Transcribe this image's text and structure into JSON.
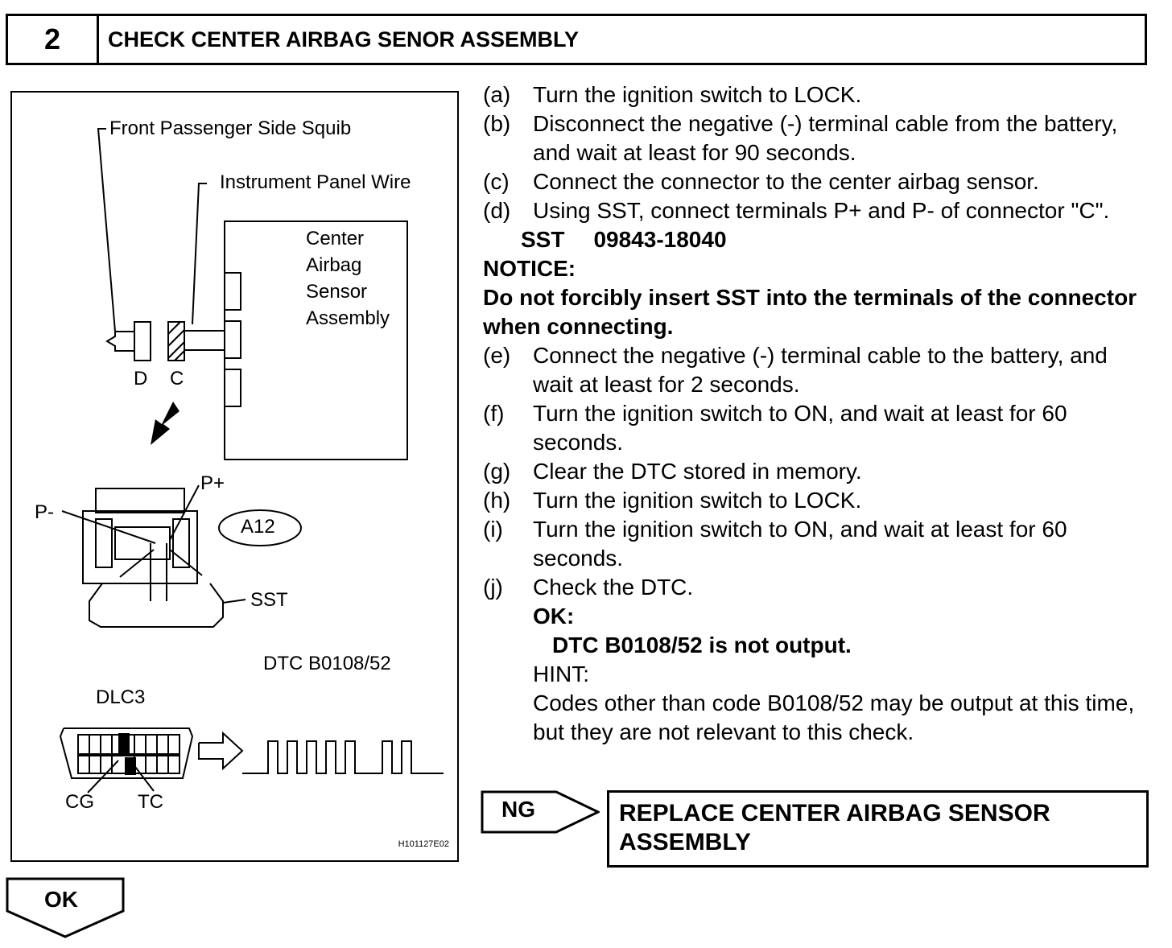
{
  "header": {
    "number": "2",
    "title": "CHECK CENTER AIRBAG SENOR ASSEMBLY"
  },
  "figure": {
    "label_front_passenger_squib": "Front Passenger Side Squib",
    "label_instrument_panel_wire": "Instrument Panel Wire",
    "label_center_airbag_1": "Center",
    "label_center_airbag_2": "Airbag",
    "label_center_airbag_3": "Sensor",
    "label_center_airbag_4": "Assembly",
    "label_d": "D",
    "label_c": "C",
    "label_p_plus": "P+",
    "label_p_minus": "P-",
    "label_a12": "A12",
    "label_sst": "SST",
    "label_dtc": "DTC B0108/52",
    "label_dlc3": "DLC3",
    "label_cg": "CG",
    "label_tc": "TC",
    "code": "H101127E02"
  },
  "steps": {
    "a_mark": "(a)",
    "a_text": "Turn the ignition switch to LOCK.",
    "b_mark": "(b)",
    "b_text": "Disconnect the negative (-) terminal cable from the battery, and wait at least for 90 seconds.",
    "c_mark": "(c)",
    "c_text": "Connect the connector to the center airbag sensor.",
    "d_mark": "(d)",
    "d_text": "Using SST, connect terminals P+ and P- of connector \"C\".",
    "sst_label": "SST",
    "sst_number": "09843-18040",
    "notice_label": "NOTICE:",
    "notice_text": "Do not forcibly insert SST into the terminals of the connector when connecting.",
    "e_mark": "(e)",
    "e_text": "Connect the negative (-) terminal cable to the battery, and wait at least for 2 seconds.",
    "f_mark": "(f)",
    "f_text": "Turn the ignition switch to ON, and wait at least for 60 seconds.",
    "g_mark": "(g)",
    "g_text": "Clear the DTC stored in memory.",
    "h_mark": "(h)",
    "h_text": "Turn the ignition switch to LOCK.",
    "i_mark": "(i)",
    "i_text": "Turn the ignition switch to ON, and wait at least for 60 seconds.",
    "j_mark": "(j)",
    "j_text": "Check the DTC.",
    "ok_label": "OK:",
    "ok_text": "DTC B0108/52 is not output.",
    "hint_label": "HINT:",
    "hint_text": "Codes other than code B0108/52 may be output at this time, but they are not relevant to this check."
  },
  "result": {
    "ng_label": "NG",
    "ng_action": "REPLACE CENTER AIRBAG SENSOR ASSEMBLY",
    "ok_label": "OK"
  }
}
